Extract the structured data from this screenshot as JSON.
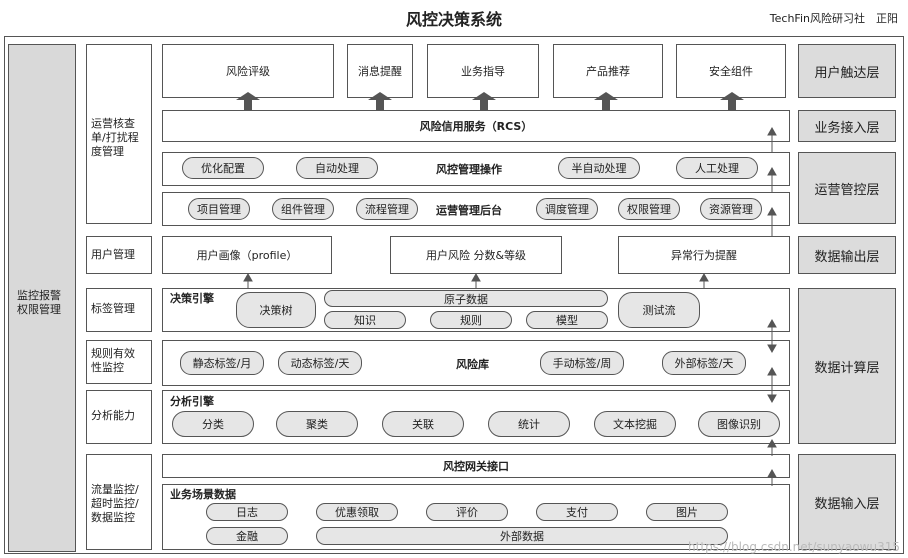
{
  "title": "风控决策系统",
  "author": "TechFin风险研习社　正阳",
  "left_sidebar": "监控报警\n权限管理",
  "left_col": {
    "ops": "运营核查\n单/打扰程\n度管理",
    "user_mgmt": "用户管理",
    "tag_mgmt": "标签管理",
    "rule_monitor": "规则有效\n性监控",
    "analysis": "分析能力",
    "flow_monitor": "流量监控/\n超时监控/\n数据监控"
  },
  "layers": {
    "reach": "用户触达层",
    "access": "业务接入层",
    "ops": "运营管控层",
    "output": "数据输出层",
    "compute": "数据计算层",
    "input": "数据输入层"
  },
  "top_apps": [
    "风险评级",
    "消息提醒",
    "业务指导",
    "产品推荐",
    "安全组件"
  ],
  "rcs": "风险信用服务（RCS）",
  "risk_ops": {
    "title": "风控管理操作",
    "items": [
      "优化配置",
      "自动处理",
      "半自动处理",
      "人工处理"
    ]
  },
  "ops_backend": {
    "title": "运营管理后台",
    "items": [
      "项目管理",
      "组件管理",
      "流程管理",
      "调度管理",
      "权限管理",
      "资源管理"
    ]
  },
  "output_boxes": [
    "用户画像（profile）",
    "用户风险 分数&等级",
    "异常行为提醒"
  ],
  "decision_engine": {
    "title": "决策引擎",
    "tree": "决策树",
    "atomic": "原子数据",
    "atoms": [
      "知识",
      "规则",
      "模型"
    ],
    "test": "测试流"
  },
  "risk_lib": {
    "title": "风险库",
    "items": [
      "静态标签/月",
      "动态标签/天",
      "手动标签/周",
      "外部标签/天"
    ]
  },
  "analysis_engine": {
    "title": "分析引擎",
    "items": [
      "分类",
      "聚类",
      "关联",
      "统计",
      "文本挖掘",
      "图像识别"
    ]
  },
  "gateway": "风控网关接口",
  "scene_data": {
    "title": "业务场景数据",
    "items": [
      "日志",
      "优惠领取",
      "评价",
      "支付",
      "图片"
    ],
    "finance": "金融",
    "external": "外部数据"
  },
  "watermark": "https://blog.csdn.net/sunyaowu315"
}
